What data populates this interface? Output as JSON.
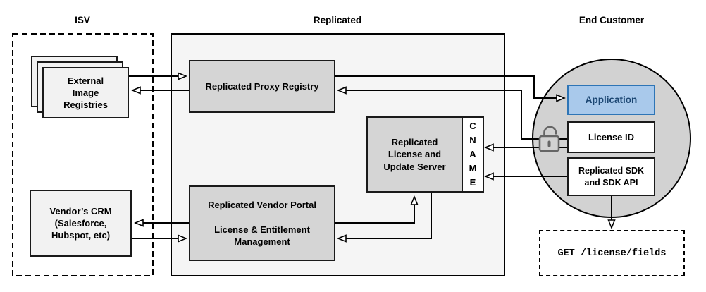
{
  "sections": {
    "isv": {
      "label": "ISV"
    },
    "replicated": {
      "label": "Replicated"
    },
    "end_customer": {
      "label": "End Customer"
    }
  },
  "nodes": {
    "external_registries": {
      "lines": [
        "External",
        "Image",
        "Registries"
      ]
    },
    "vendor_crm": {
      "lines": [
        "Vendor’s CRM",
        "(Salesforce,",
        "Hubspot, etc)"
      ]
    },
    "proxy_registry": {
      "label": "Replicated Proxy Registry"
    },
    "license_server": {
      "lines": [
        "Replicated",
        "License and",
        "Update Server"
      ]
    },
    "cname": {
      "letters": [
        "C",
        "N",
        "A",
        "M",
        "E"
      ]
    },
    "vendor_portal": {
      "line1": "Replicated Vendor Portal",
      "line2": "License & Entitlement Management"
    },
    "application": {
      "label": "Application"
    },
    "license_id": {
      "label": "License ID"
    },
    "sdk": {
      "lines": [
        "Replicated SDK",
        "and SDK API"
      ]
    },
    "get_request": {
      "label": "GET /license/fields"
    }
  },
  "icons": {
    "unlock": "unlock-icon"
  },
  "colors": {
    "application_fill": "#a9c9eb",
    "application_border": "#2e75b6",
    "application_text": "#1b4672",
    "container_fill": "#f5f5f5",
    "component_fill": "#d5d5d5",
    "isv_box_fill": "#f2f2f2",
    "circle_fill": "#d2d2d2",
    "line_color": "#000000",
    "lock_color": "#666666"
  }
}
